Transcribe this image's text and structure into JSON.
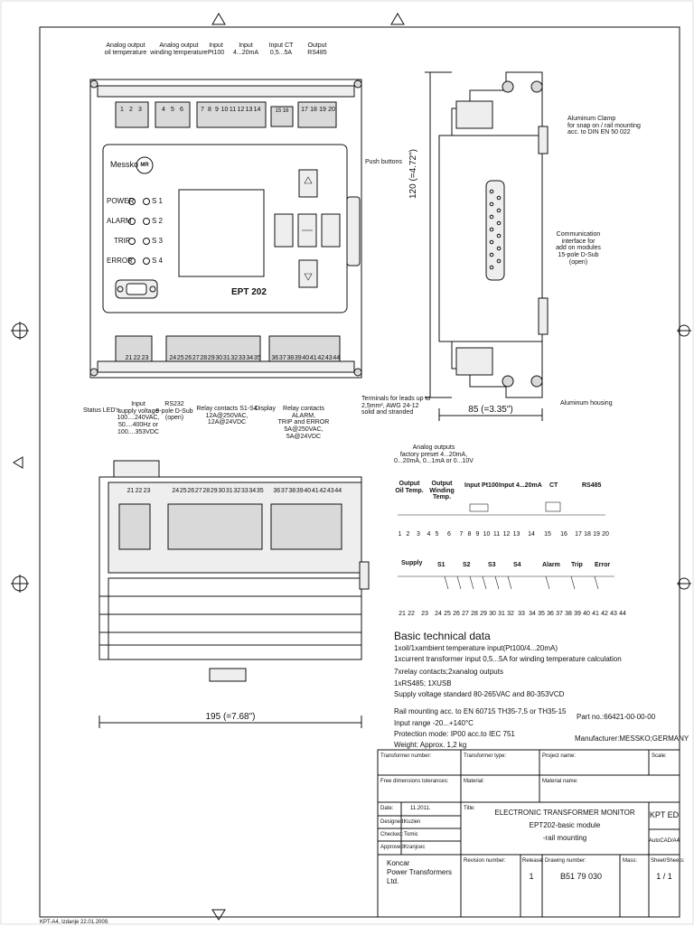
{
  "device": {
    "brand": "Messko",
    "logo_text": "MR",
    "model": "EPT 202",
    "leds": [
      "POWER",
      "ALARM",
      "TRIP",
      "ERROR"
    ],
    "relays": [
      "S 1",
      "S 2",
      "S 3",
      "S 4"
    ],
    "top_terminals_a": [
      "1",
      "2",
      "3"
    ],
    "top_terminals_b": [
      "4",
      "5",
      "6"
    ],
    "top_terminals_c": [
      "7",
      "8",
      "9",
      "10",
      "11",
      "12",
      "13",
      "14"
    ],
    "top_terminals_ct": "15 16",
    "top_terminals_d": [
      "17",
      "18",
      "19",
      "20"
    ],
    "bottom_terminals_a": [
      "21",
      "22",
      "23"
    ],
    "bottom_terminals_b": [
      "24",
      "25",
      "26",
      "27",
      "28",
      "29",
      "30",
      "31",
      "32",
      "33",
      "34",
      "35"
    ],
    "bottom_terminals_c": [
      "36",
      "37",
      "38",
      "39",
      "40",
      "41",
      "42",
      "43",
      "44"
    ]
  },
  "callouts_top": {
    "analog_oil": "Analog output\noil temperature",
    "analog_winding": "Analog output\nwinding temperature",
    "input_pt100": "Input\nPt100",
    "input_420": "Input\n4...20mA",
    "input_ct": "Input CT\n0,5...5A",
    "output_rs485": "Output\nRS485"
  },
  "callouts_bottom": {
    "push_buttons": "Push buttons",
    "status_leds": "Status LED's",
    "input_supply": "Input\nsupply voltage\n100....240VAC,\n50....400Hz or\n100....353VDC",
    "rs232": "RS232\n9-pole D-Sub\n(open)",
    "relay_contacts_s": "Relay contacts S1-S4\n12A@250VAC, 12A@24VDC",
    "display": "Display",
    "relay_contacts_alarm": "Relay contacts ALARM,\nTRIP and ERROR\n5A@250VAC, 5A@24VDC",
    "terminals": "Terminals for leads up to\n2,5mm², AWG 24-12\nsolid and stranded"
  },
  "side_view": {
    "height_dim": "120 (=4.72\")",
    "width_dim": "85 (=3.35\")",
    "clamp": "Aluminum Clamp\nfor snap on / rail mounting\nacc. to DIN EN 50 022",
    "comm": "Communication\ninterface for\nadd on modules\n15-pole D-Sub\n(open)",
    "housing": "Aluminum housing"
  },
  "bottom_view": {
    "width_dim": "195 (=7.68\")"
  },
  "schematic": {
    "analog_note": "Analog outputs\nfactory preset 4...20mA,\n0...20mA, 0...1mA or 0...10V",
    "output_oil": "Output\nOil Temp.",
    "output_winding": "Output\nWinding Temp.",
    "input_pt100": "Input Pt100",
    "input_420": "Input 4...20mA",
    "ct": "CT",
    "rs485": "RS485",
    "row1_numbers": [
      "1",
      "2",
      "3",
      "4",
      "5",
      "6",
      "7",
      "8",
      "9",
      "10",
      "11",
      "12",
      "13",
      "14",
      "15",
      "16",
      "17",
      "18",
      "19",
      "20"
    ],
    "supply": "Supply",
    "s1": "S1",
    "s2": "S2",
    "s3": "S3",
    "s4": "S4",
    "alarm": "Alarm",
    "trip": "Trip",
    "error": "Error",
    "row2_numbers": [
      "21",
      "22",
      "23",
      "24",
      "25",
      "26",
      "27",
      "28",
      "29",
      "30",
      "31",
      "32",
      "33",
      "34",
      "35",
      "36",
      "37",
      "38",
      "39",
      "40",
      "41",
      "42",
      "43",
      "44"
    ]
  },
  "tech": {
    "heading": "Basic technical data",
    "lines": [
      "1xoil/1xambient temperature input(Pt100/4...20mA)",
      "1xcurrent transformer input 0,5...5A for winding temperature calculation",
      "7xrelay contacts;2xanalog outputs",
      "1xRS485; 1XUSB",
      "Supply voltage standard 80-265VAC and 80-353VCD"
    ],
    "lines2": [
      "Rail mounting acc. to EN 60715 TH35-7,5 or TH35-15",
      "Input range -20...+140°C",
      "Protection mode: IP00 acc.to IEC 751",
      "Weight: Approx. 1,2 kg"
    ],
    "part_no": "Part no.:66421-00-00-00",
    "manufacturer": "Manufacturer:MESSKO;GERMANY"
  },
  "title_block": {
    "transformer_number": "Transformer number:",
    "transformer_type": "Transformer type:",
    "project_name": "Project name:",
    "scale": "Scale:",
    "free_tolerances": "Free dimensions tolerances:",
    "material": "Material:",
    "material_name": "Material name:",
    "date_label": "Date:",
    "date_value": "11.2011.",
    "title_label": "Title:",
    "title_lines": [
      "ELECTRONIC TRANSFORMER MONITOR",
      "EPT202-basic module",
      "-rail mounting"
    ],
    "code": "KPT ED",
    "format": "AutoCAD/A4",
    "designed": "Designed:",
    "designed_by": "Kuzlen",
    "checked": "Checked:",
    "checked_by": "Tomic",
    "approved": "Approved:",
    "approved_by": "Kranjcec",
    "company": [
      "Koncar",
      "Power Transformers",
      "Ltd."
    ],
    "revision": "Revision number:",
    "release": "Release:",
    "release_value": "1",
    "drawing_number_label": "Drawing number:",
    "drawing_number": "B51 79 030",
    "mass": "Mass:",
    "sheet": "Sheet/Sheets:",
    "sheet_value": "1 / 1"
  },
  "footer": "KPT-A4, Izdanje 22.01.2009."
}
